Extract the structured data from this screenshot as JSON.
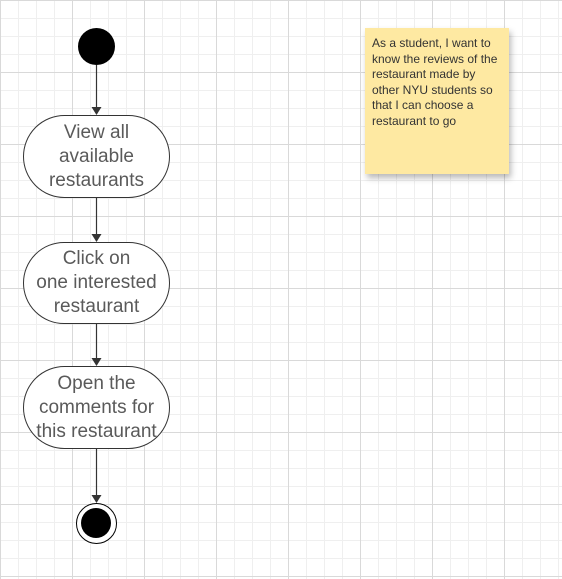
{
  "diagram": {
    "activities": [
      {
        "label": "View all\navailable\nrestaurants"
      },
      {
        "label": "Click on\none interested\nrestaurant"
      },
      {
        "label": "Open the\ncomments for\nthis restaurant"
      }
    ],
    "note": {
      "text": "As a student, I want to know the reviews of the restaurant made by other NYU students so that I can choose a restaurant to go"
    },
    "colors": {
      "note_fill": "#fee9a2",
      "node_fill": "#000000",
      "activity_text": "#5a5a5a",
      "connector": "#333333"
    }
  }
}
